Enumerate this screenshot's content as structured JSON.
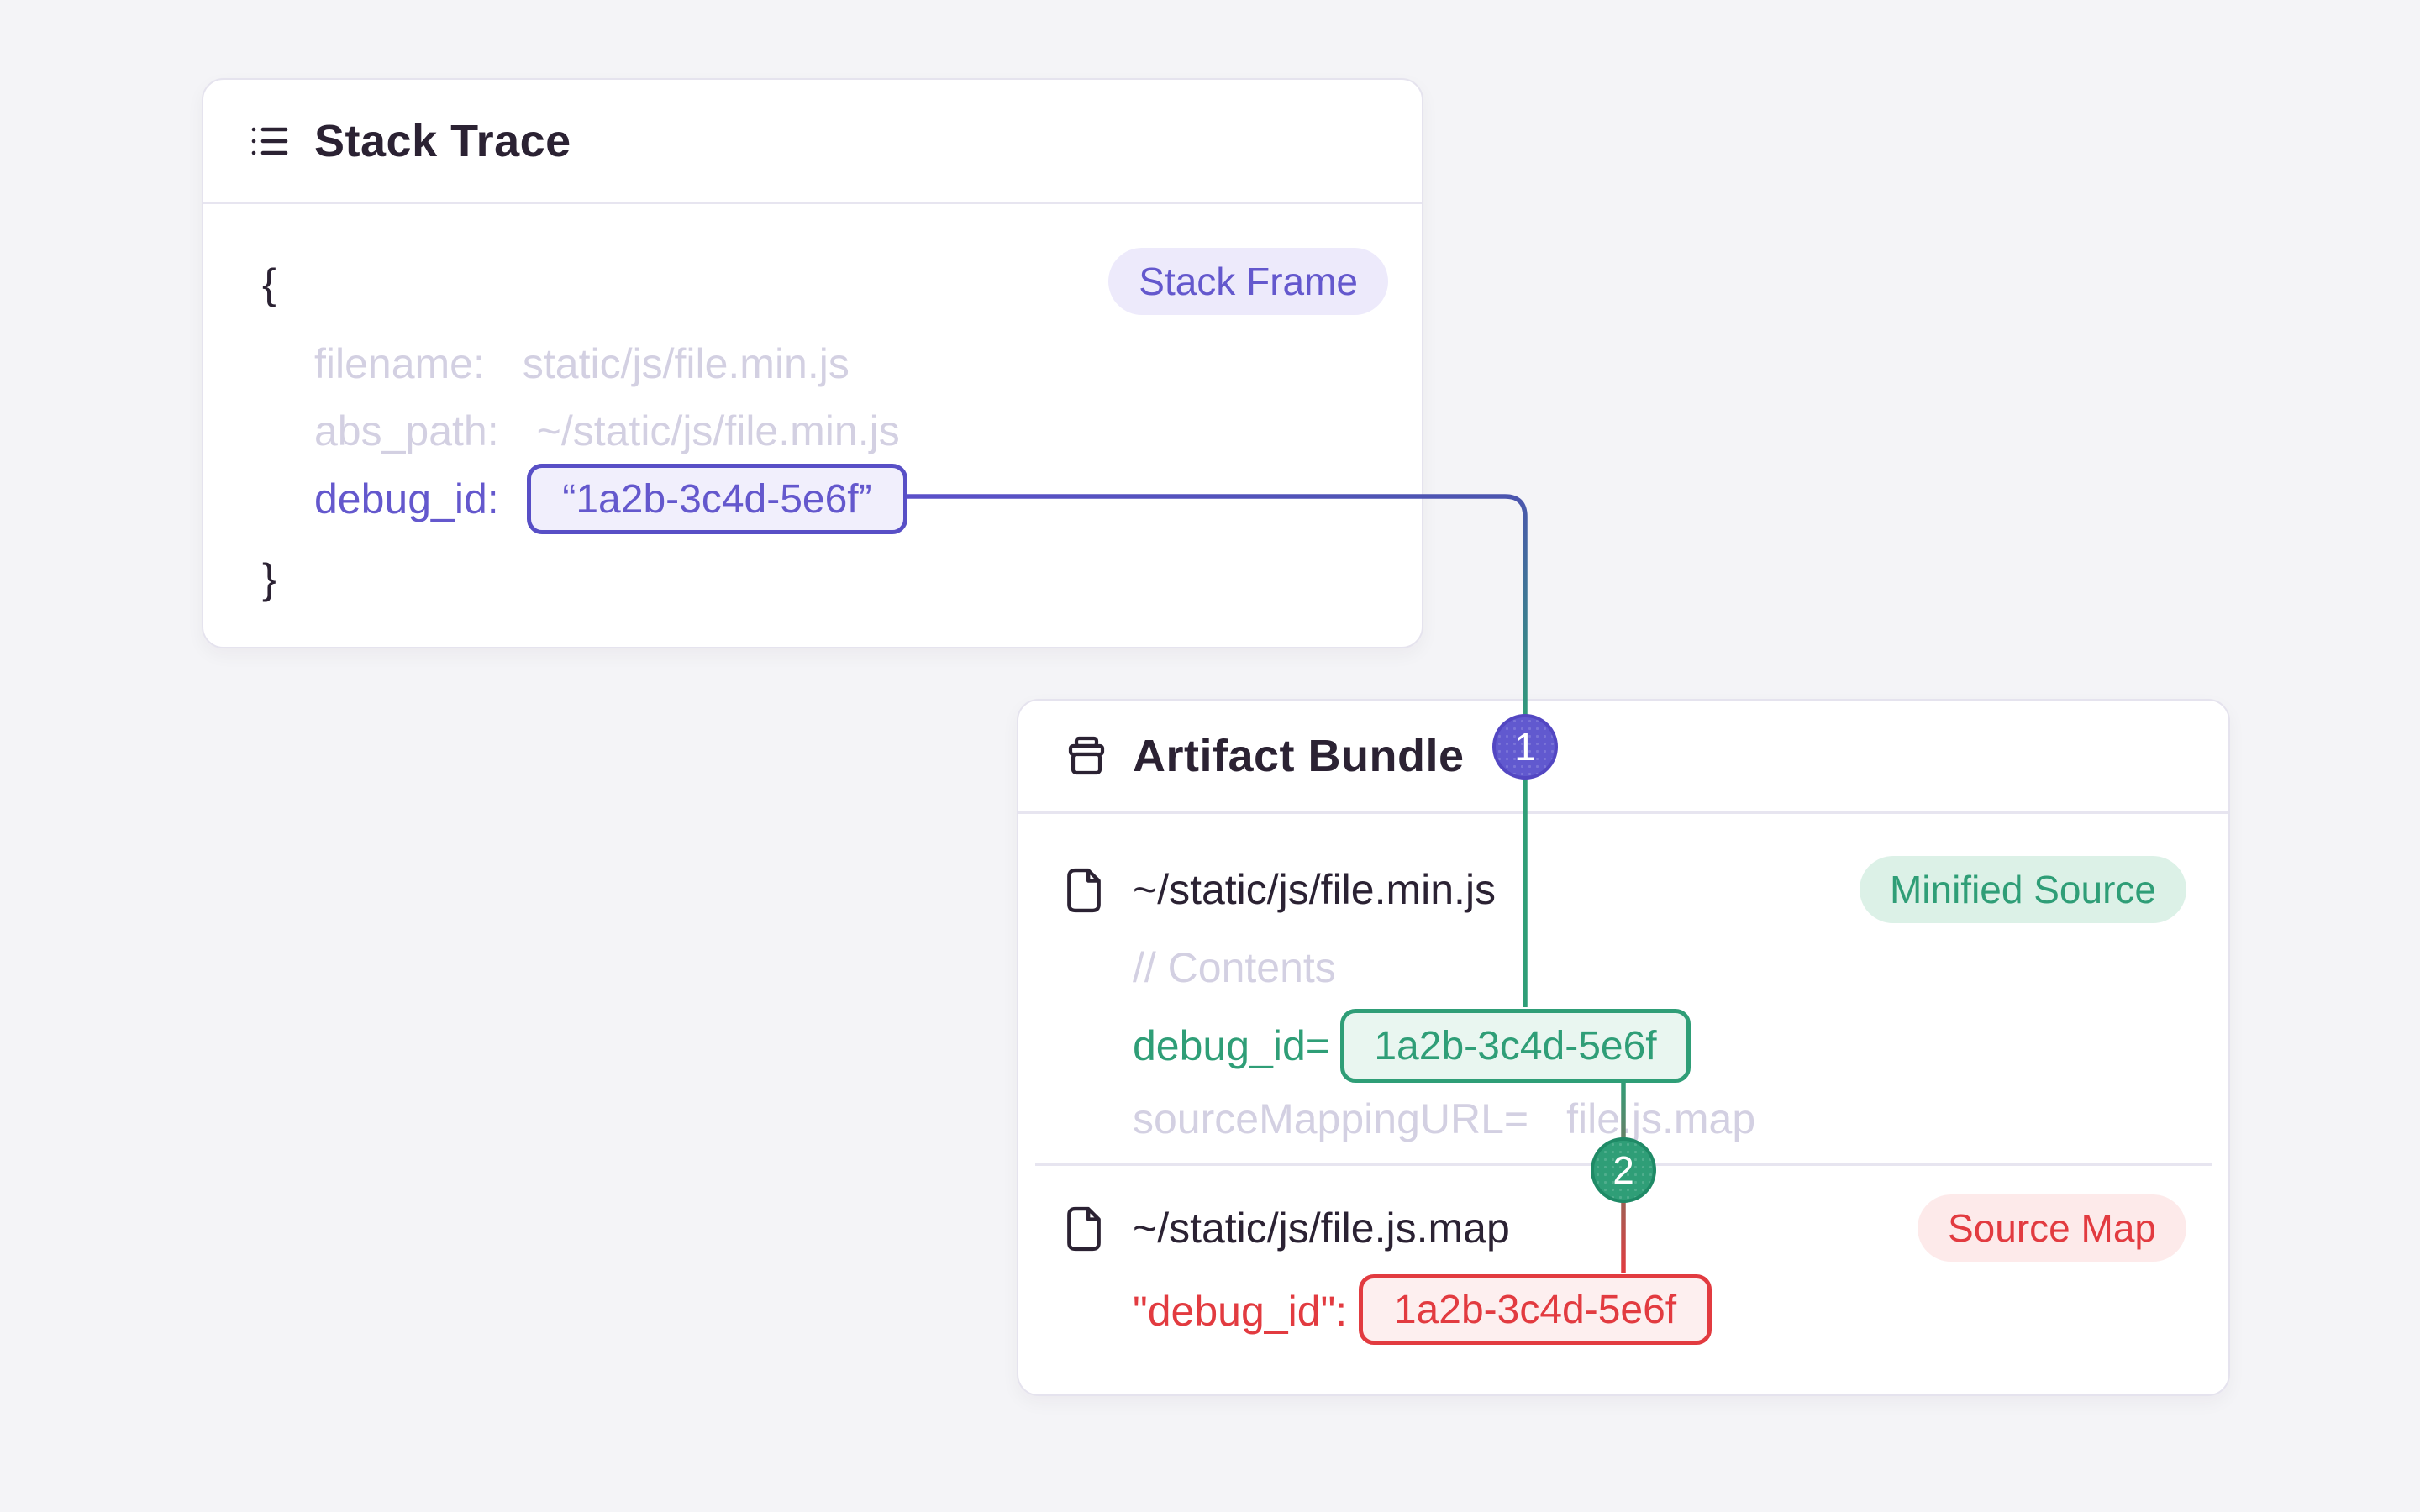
{
  "colors": {
    "bg": "#f4f4f7",
    "card-bg": "#ffffff",
    "card-border": "#e5e3ee",
    "divider": "#e7e5f0",
    "ink": "#2b2233",
    "muted": "#d3d0e2",
    "purple": "#6458cd",
    "purple-border": "#584fc6",
    "purple-chip-bg": "#f1effc",
    "purple-pill-bg": "#edeafb",
    "green": "#2f9e77",
    "green-chip-bg": "#e9f6f0",
    "green-pill-bg": "#dcf1e7",
    "red": "#e23b40",
    "red-chip-bg": "#fdefef",
    "red-pill-bg": "#fdeaea",
    "badge1-fill": "#6159cf",
    "badge1-ring": "#5347c2",
    "badge2-fill": "#2f9e77",
    "badge2-ring": "#1f8a66",
    "badge-text": "#ffffff"
  },
  "stack_trace": {
    "title": "Stack Trace",
    "frame_badge": "Stack Frame",
    "brace_open": "{",
    "brace_close": "}",
    "rows": {
      "filename_key": "filename:",
      "filename_value": "static/js/file.min.js",
      "abs_path_key": "abs_path:",
      "abs_path_value": "~/static/js/file.min.js",
      "debug_id_key": "debug_id:",
      "debug_id_value": "“1a2b-3c4d-5e6f”"
    }
  },
  "connectors": {
    "step1": "1",
    "step2": "2"
  },
  "artifact_bundle": {
    "title": "Artifact Bundle",
    "minified_file": {
      "path": "~/static/js/file.min.js",
      "tag": "Minified Source",
      "contents_comment": "// Contents",
      "debug_id_key": "debug_id=",
      "debug_id_value": "1a2b-3c4d-5e6f",
      "sourcemap_key": "sourceMappingURL=",
      "sourcemap_value": "file.js.map"
    },
    "sourcemap_file": {
      "path": "~/static/js/file.js.map",
      "tag": "Source Map",
      "debug_id_key": "\"debug_id\":",
      "debug_id_value": "1a2b-3c4d-5e6f"
    }
  }
}
